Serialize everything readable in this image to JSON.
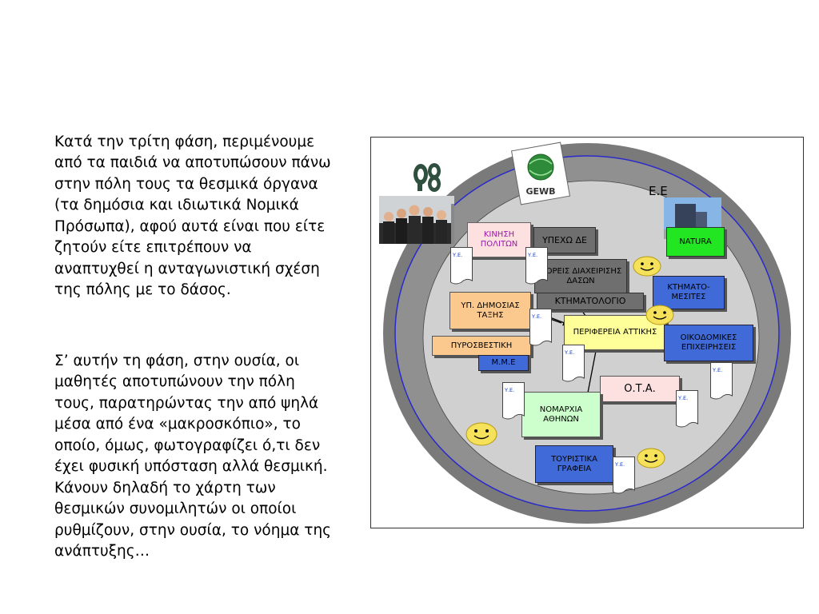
{
  "text": {
    "paragraph1": "Κατά την τρίτη φάση, περιμένουμε από τα παιδιά να αποτυπώσουν πάνω στην πόλη τους τα θεσμικά όργανα (τα δημόσια και ιδιωτικά Νομικά Πρόσωπα), αφού αυτά είναι που είτε ζητούν είτε επιτρέπουν να αναπτυχθεί η ανταγωνιστική σχέση της πόλης με το δάσος.",
    "paragraph2": "Σ’ αυτήν τη φάση, στην  ουσία, οι μαθητές αποτυπώνουν την πόλη τους, παρατηρώντας την από ψηλά μέσα από ένα «μακροσκόπιο», το οποίο, όμως, φωτογραφίζει ό,τι δεν έχει φυσική υπόσταση αλλά θεσμική. Κάνουν δηλαδή το χάρτη των θεσμικών συνομιλητών οι οποίοι ρυθμίζουν, στην ουσία, το νόημα της ανάπτυξης…"
  },
  "diagram": {
    "ee_label": "Ε.Ε",
    "gewb_label": "GEWB",
    "g8_label": "G8",
    "doc_label": "Υ.Ε.",
    "boxes": {
      "kinisi": "ΚΙΝΗΣΗ ΠΟΛΙΤΩΝ",
      "ypexode": "ΥΠΕΧΩ ΔΕ",
      "natura": "NATURA",
      "foreis": "ΦΟΡΕΙΣ ΔΙΑΧΕΙΡΙΣΗΣ ΔΑΣΩΝ",
      "ktimatomesites": "ΚΤΗΜΑΤΟ-ΜΕΣΙΤΕΣ",
      "ktimatologio": "ΚΤΗΜΑΤΟΛΟΓΙΟ",
      "yp_dimosias": "ΥΠ. ΔΗΜΟΣΙΑΣ ΤΑΞΗΣ",
      "perifereia": "ΠΕΡΙΦΕΡΕΙΑ ΑΤΤΙΚΗΣ",
      "oikodomikes": "ΟΙΚΟΔΟΜΙΚΕΣ ΕΠΙΧΕΙΡΗΣΕΙΣ",
      "pyrosvestiki": "ΠΥΡΟΣΒΕΣΤΙΚΗ",
      "mme": "Μ.Μ.Ε",
      "ota": "Ο.Τ.Α.",
      "nomarxia": "ΝΟΜΑΡΧΙΑ ΑΘΗΝΩΝ",
      "touristika": "ΤΟΥΡΙΣΤΙΚΑ ΓΡΑΦΕΙΑ"
    }
  },
  "colors": {
    "outer_ring": "#7a7a7a",
    "blue_ring": "#2a2acc",
    "inner_disk": "#d0d0d0",
    "blue_box": "#3f6ad8",
    "green_box": "#22e622",
    "gray_box": "#6f6f6f",
    "orange_box": "#fbc98d",
    "yellow_box": "#ffff99",
    "pink_box": "#fde0e0",
    "lightgreen_box": "#ccffcc",
    "smiley": "#f5e15a"
  }
}
